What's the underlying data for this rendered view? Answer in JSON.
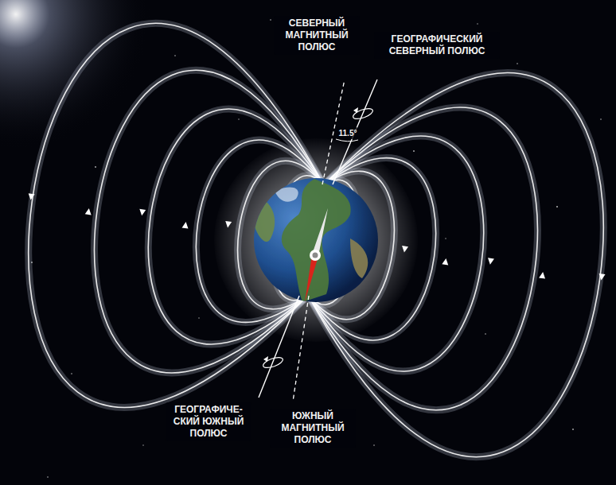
{
  "diagram": {
    "labels": [
      "СЕВЕРНЫЙ МАГНИТНЫЙ ПОЛЮС",
      "ГЕОГРАФИЧЕСКИЙ СЕВЕРНЫЙ ПОЛЮС",
      "11.5°",
      "ГЕОГРАФИЧЕ- СКИЙ ЮЖНЫЙ ПОЛЮС",
      "ЮЖНЫЙ МАГНИТНЫЙ ПОЛЮС"
    ]
  }
}
